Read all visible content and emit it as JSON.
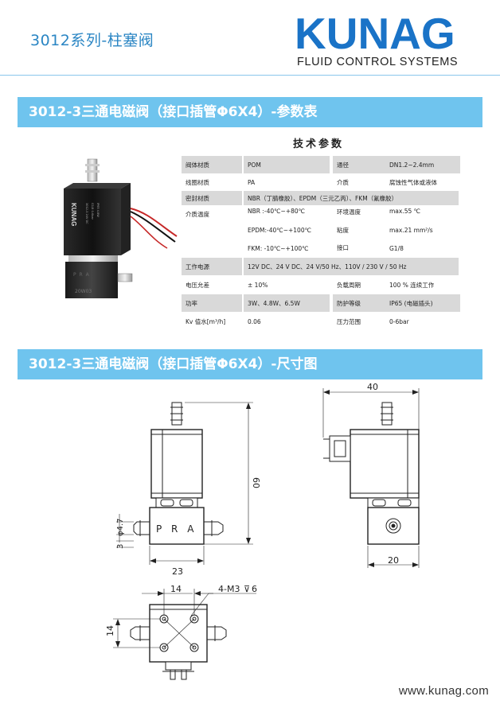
{
  "header": {
    "series_title": "3012系列-柱塞阀",
    "logo_main": "KUNAG",
    "logo_sub": "FLUID CONTROL SYSTEMS"
  },
  "sections": {
    "params_title": "3012-3三通电磁阀（接口插管Φ6X4）-参数表",
    "dimensions_title": "3012-3三通电磁阀（接口插管Φ6X4）-尺寸图"
  },
  "params_heading": "技术参数",
  "product_photo": {
    "coil_label": "KUNAG",
    "body_label": "P R A",
    "body_code": "20W03"
  },
  "table": {
    "body_material_label": "阀体材质",
    "body_material_value": "POM",
    "path_label": "通径",
    "path_value": "DN1.2~2.4mm",
    "coil_material_label": "线圈材质",
    "coil_material_value": "PA",
    "medium_label": "介质",
    "medium_value": "腐蚀性气体或液体",
    "seal_label": "密封材质",
    "seal_value": "NBR（丁腈橡胶）、EPDM（三元乙丙）、FKM（氟橡胶）",
    "temp_label": "介质温度",
    "temp_nbr": "NBR :-40℃~+80℃",
    "temp_epdm": "EPDM:-40℃~+100℃",
    "temp_fkm": "FKM: -10℃~+100℃",
    "ambient_label": "环境温度",
    "ambient_value": "max.55 ℃",
    "viscosity_label": "粘度",
    "viscosity_value": "max.21 mm²/s",
    "port_label": "接口",
    "port_value": "G1/8",
    "power_label": "工作电源",
    "power_value": "12V DC、24 V DC、24 V/50 Hz、110V / 230 V / 50 Hz",
    "voltage_label": "电压允差",
    "voltage_value": "± 10%",
    "duty_label": "负载周期",
    "duty_value": "100 % 连续工作",
    "wattage_label": "功率",
    "wattage_value": "3W、4.8W、6.5W",
    "protection_label": "防护等级",
    "protection_value": "IP65 (电磁插头)",
    "kv_label": "Kv 值水[m³/h]",
    "kv_value": "0.06",
    "pressure_label": "压力范围",
    "pressure_value": "0-6bar"
  },
  "drawing": {
    "height_60": "60",
    "width_23": "23",
    "diameter_label": "φ4.7",
    "depth_label": "3",
    "side_width_40": "40",
    "side_width_20": "20",
    "bottom_14_h": "14",
    "bottom_14_v": "14",
    "thread_label": "4-M3",
    "thread_depth": "6",
    "body_letters": "P R A"
  },
  "footer": {
    "website": "www.kunag.com"
  },
  "colors": {
    "accent": "#6fc4ee",
    "brand": "#1a73c7",
    "title": "#2b86c4",
    "shade": "#d9d9d9"
  }
}
